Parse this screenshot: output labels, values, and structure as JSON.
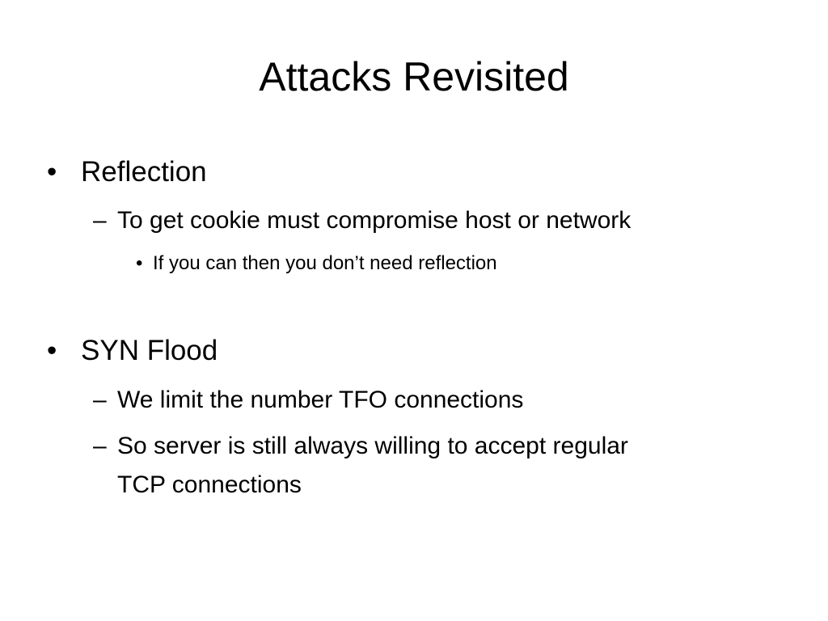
{
  "slide": {
    "title": "Attacks Revisited",
    "bullets": [
      {
        "marker": "•",
        "text": "Reflection"
      },
      {
        "marker": "–",
        "text": "To get cookie must compromise host or network"
      },
      {
        "marker": "•",
        "text": "If you can then you  don’t need reflection"
      },
      {
        "marker": "•",
        "text": "SYN Flood"
      },
      {
        "marker": "–",
        "text": "We limit the number TFO connections"
      },
      {
        "marker": "–",
        "text": "So server is still always willing to accept regular"
      },
      {
        "marker": "",
        "text": "TCP connections"
      }
    ]
  }
}
